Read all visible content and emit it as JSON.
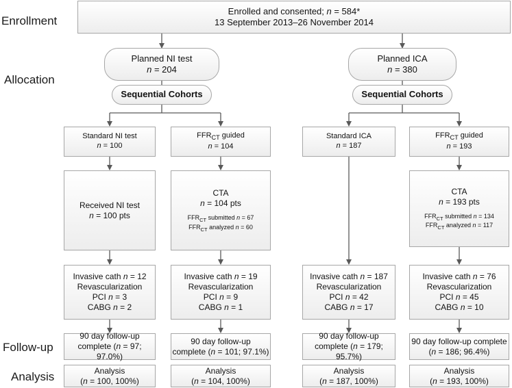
{
  "stage_labels": {
    "enrollment": "Enrollment",
    "allocation": "Allocation",
    "followup": "Follow-up",
    "analysis": "Analysis"
  },
  "enroll": {
    "line1_pre": "Enrolled and consented; ",
    "line1_n": "n",
    "line1_post": " = 584*",
    "line2": "13 September 2013–26 November 2014"
  },
  "planned": [
    {
      "title": "Planned NI test",
      "n_label": "n",
      "n_value": " = 204"
    },
    {
      "title": "Planned ICA",
      "n_label": "n",
      "n_value": " = 380"
    }
  ],
  "sequential_label": "Sequential Cohorts",
  "arms": [
    {
      "head_pre": "Standard NI test",
      "head_sub": "",
      "head_post": "",
      "head_n": "n",
      "head_value": " = 100",
      "mid": {
        "type": "received",
        "title": "Received NI test",
        "n_label": "n",
        "n_value": " = 100 pts"
      },
      "outcome": {
        "cath_text": "Invasive cath ",
        "cath_n": "n",
        "cath_value": " = 12",
        "revasc": "Revascularization",
        "pci_text": "PCI ",
        "pci_n": "n",
        "pci_value": " = 3",
        "cabg_text": "CABG ",
        "cabg_n": "n",
        "cabg_value": " = 2"
      },
      "followup": {
        "line1": "90 day follow-up",
        "line2_pre": "complete (",
        "line2_n": "n",
        "line2_post": " = 97; 97.0%)"
      },
      "analysis": {
        "line1": "Analysis",
        "line2_pre": "(",
        "line2_n": "n",
        "line2_post": " = 100, 100%)"
      }
    },
    {
      "head_pre": "FFR",
      "head_sub": "CT",
      "head_post": " guided",
      "head_n": "n",
      "head_value": " = 104",
      "mid": {
        "type": "cta",
        "title": "CTA",
        "n_label": "n",
        "n_value": " = 104 pts",
        "sub1_pre": "FFR",
        "sub1_sub": "CT",
        "sub1_post": " submitted ",
        "sub1_n": "n",
        "sub1_value": " = 67",
        "sub2_pre": "FFR",
        "sub2_sub": "CT",
        "sub2_post": " analyzed ",
        "sub2_n": "n",
        "sub2_value": " = 60"
      },
      "outcome": {
        "cath_text": "Invasive cath ",
        "cath_n": "n",
        "cath_value": " = 19",
        "revasc": "Revascularization",
        "pci_text": "PCI ",
        "pci_n": "n",
        "pci_value": " = 9",
        "cabg_text": "CABG ",
        "cabg_n": "n",
        "cabg_value": " = 1"
      },
      "followup": {
        "line1": "90 day follow-up",
        "line2_pre": "complete (",
        "line2_n": "n",
        "line2_post": " = 101; 97.1%)"
      },
      "analysis": {
        "line1": "Analysis",
        "line2_pre": "(",
        "line2_n": "n",
        "line2_post": " = 104, 100%)"
      }
    },
    {
      "head_pre": "Standard ICA",
      "head_sub": "",
      "head_post": "",
      "head_n": "n",
      "head_value": " = 187",
      "mid": null,
      "outcome": {
        "cath_text": "Invasive cath ",
        "cath_n": "n",
        "cath_value": " = 187",
        "revasc": "Revascularization",
        "pci_text": "PCI ",
        "pci_n": "n",
        "pci_value": " = 42",
        "cabg_text": "CABG ",
        "cabg_n": "n",
        "cabg_value": " = 17"
      },
      "followup": {
        "line1": "90 day follow-up",
        "line2_pre": "complete (",
        "line2_n": "n",
        "line2_post": " = 179; 95.7%)"
      },
      "analysis": {
        "line1": "Analysis",
        "line2_pre": "(",
        "line2_n": "n",
        "line2_post": " = 187, 100%)"
      }
    },
    {
      "head_pre": "FFR",
      "head_sub": "CT",
      "head_post": " guided",
      "head_n": "n",
      "head_value": " = 193",
      "mid": {
        "type": "cta",
        "title": "CTA",
        "n_label": "n",
        "n_value": " = 193 pts",
        "sub1_pre": "FFR",
        "sub1_sub": "CT",
        "sub1_post": " submitted ",
        "sub1_n": "n",
        "sub1_value": " = 134",
        "sub2_pre": "FFR",
        "sub2_sub": "CT",
        "sub2_post": " analyzed ",
        "sub2_n": "n",
        "sub2_value": " = 117"
      },
      "outcome": {
        "cath_text": "Invasive cath ",
        "cath_n": "n",
        "cath_value": " = 76",
        "revasc": "Revascularization",
        "pci_text": "PCI ",
        "pci_n": "n",
        "pci_value": " = 45",
        "cabg_text": "CABG ",
        "cabg_n": "n",
        "cabg_value": " = 10"
      },
      "followup": {
        "line1": "90 day follow-up complete",
        "line2_pre": "(",
        "line2_n": "n",
        "line2_post": " = 186; 96.4%)"
      },
      "analysis": {
        "line1": "Analysis",
        "line2_pre": "(",
        "line2_n": "n",
        "line2_post": " = 193, 100%)"
      }
    }
  ]
}
